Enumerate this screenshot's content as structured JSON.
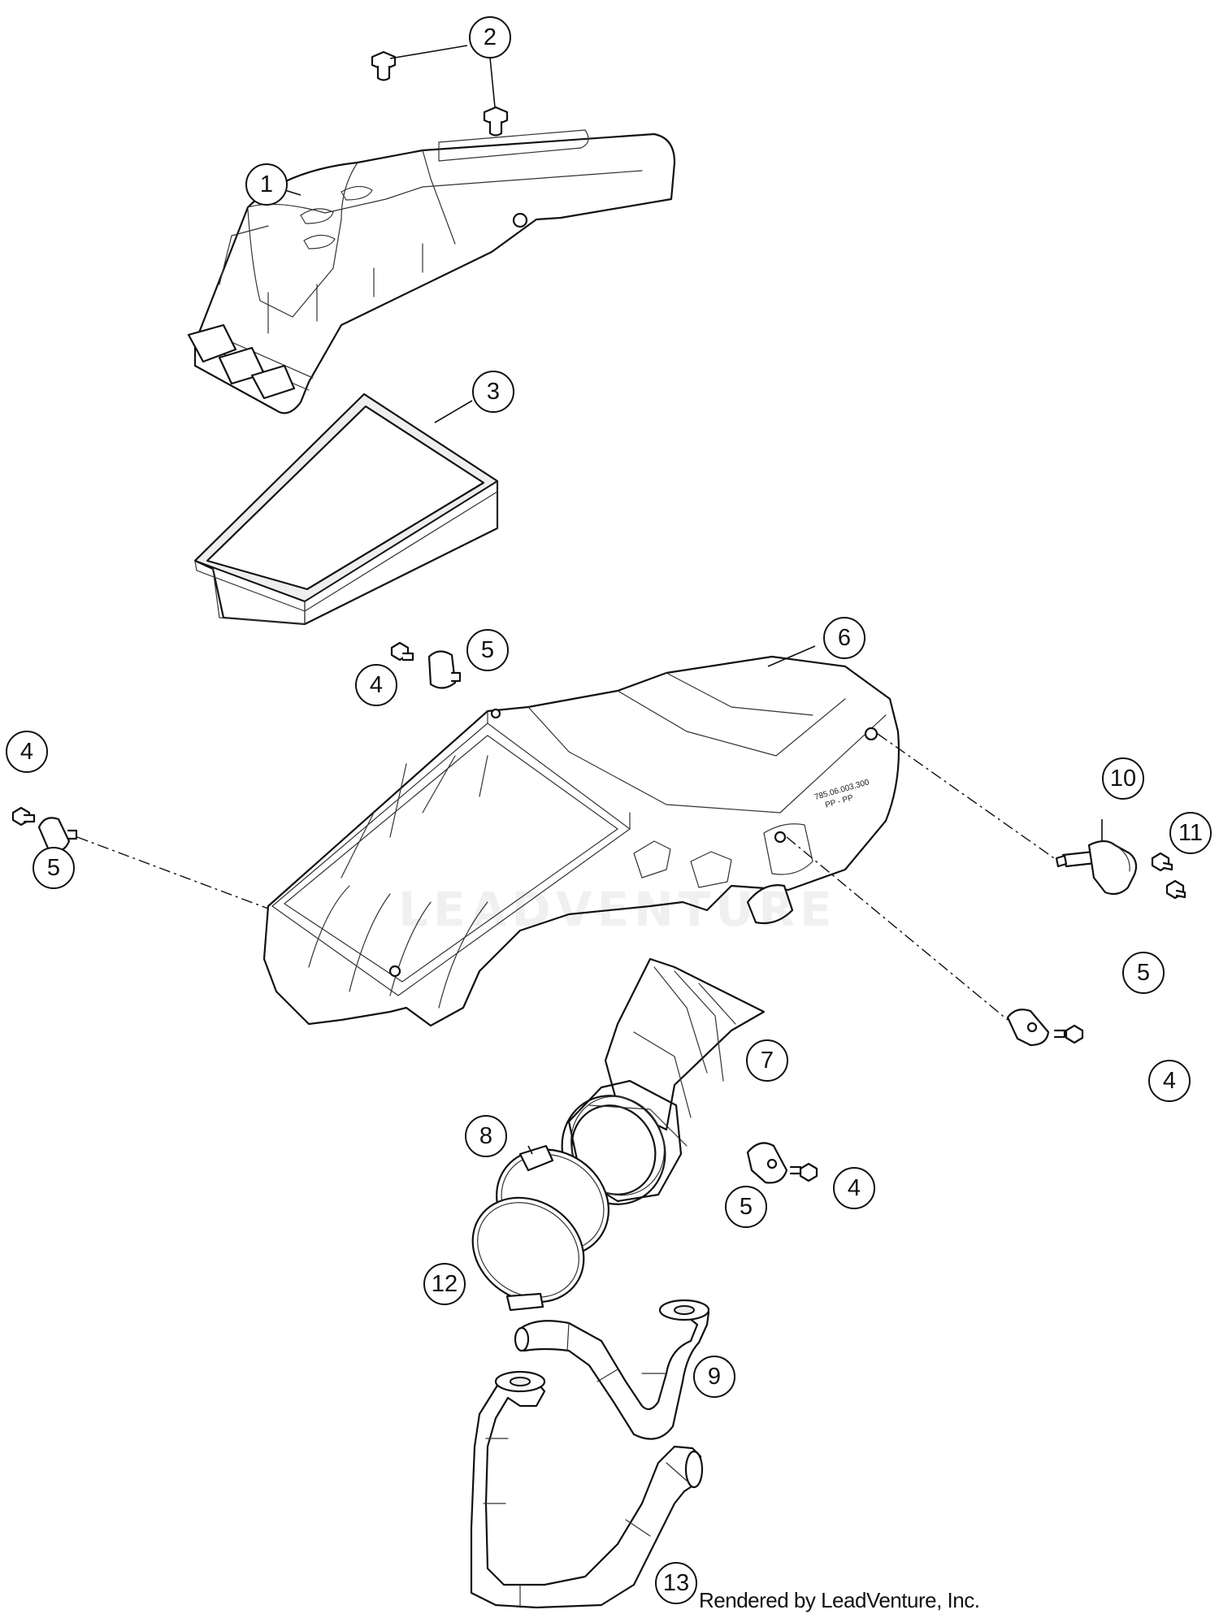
{
  "credit": "Rendered by LeadVenture, Inc.",
  "watermark": "LEADVENTURE",
  "housing_marking": {
    "line1": "785.06.003.300",
    "line2": "PP - PP"
  },
  "callouts": {
    "c1": "1",
    "c2": "2",
    "c3": "3",
    "c4a": "4",
    "c5a": "5",
    "c6": "6",
    "c4b": "4",
    "c5b": "5",
    "c10": "10",
    "c11": "11",
    "c5c": "5",
    "c4c": "4",
    "c7": "7",
    "c8": "8",
    "c4d": "4",
    "c5d": "5",
    "c12": "12",
    "c9": "9",
    "c13": "13"
  }
}
